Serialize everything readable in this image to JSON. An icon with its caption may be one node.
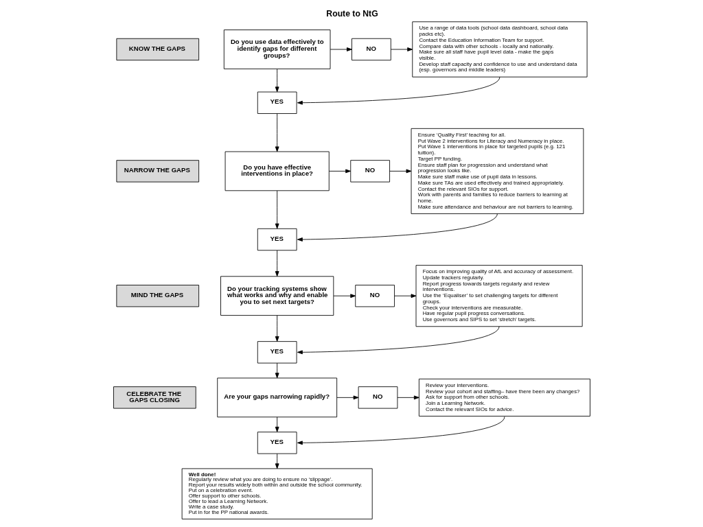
{
  "diagram": {
    "title": "Route to NtG",
    "nodes": [
      {
        "text": [
          "KNOW THE GAPS"
        ]
      },
      {
        "text": [
          "Do you use data effectively to identify gaps for different groups?"
        ]
      },
      {
        "text": [
          "NO"
        ]
      },
      {
        "text": [
          "Use a range of data tools (school data dashboard, school data packs etc).",
          "Contact the Education Information Team for support.",
          "Compare data with other schools - locally and nationally.",
          "Make sure all staff have pupil level data - make the gaps visible.",
          "Develop staff capacity and confidence to use and understand data (esp. governors and middle leaders)"
        ]
      },
      {
        "text": [
          "YES"
        ]
      },
      {
        "text": [
          "NARROW THE GAPS"
        ]
      },
      {
        "text": [
          "Do you have effective interventions in place?"
        ]
      },
      {
        "text": [
          "NO"
        ]
      },
      {
        "text": [
          "Ensure ‘Quality First’ teaching for all.",
          "Put Wave 2 interventions for Literacy and Numeracy in place.",
          "Put Wave 1 interventions in place for targeted pupils (e.g. 121 tuition).",
          "Target PP funding.",
          "Ensure staff plan for progression and understand what progression looks like.",
          "Make sure staff make use of pupil data in lessons.",
          "Make sure TAs are used effectively and trained appropriately.",
          "Contact the relevant SIOs for support.",
          "Work with parents and families to reduce barriers to learning at home.",
          "Make sure attendance and behaviour are not barriers to learning."
        ]
      },
      {
        "text": [
          "YES"
        ]
      },
      {
        "text": [
          "MIND THE GAPS"
        ]
      },
      {
        "text": [
          "Do your tracking systems show what works and why and enable you to set next targets?"
        ]
      },
      {
        "text": [
          "NO"
        ]
      },
      {
        "text": [
          "Focus on improving quality of AfL and accuracy of assessment.",
          "Update trackers regularly.",
          "Report progress towards targets regularly and review interventions.",
          "Use the ‘Equaliser’ to set challenging targets for different groups.",
          "Check your interventions are measurable.",
          "Have regular pupil progress conversations.",
          "Use governors and SIPS to set ‘stretch’ targets."
        ]
      },
      {
        "text": [
          "YES"
        ]
      },
      {
        "text": [
          "CELEBRATE THE GAPS CLOSING"
        ]
      },
      {
        "text": [
          "Are your gaps narrowing rapidly?"
        ]
      },
      {
        "text": [
          "NO"
        ]
      },
      {
        "text": [
          "Review your interventions.",
          "Review your cohort and staffing– have there been any changes?",
          "Ask for support from other schools.",
          "Join a Learning Network.",
          "Contact the relevant SIOs for advice."
        ]
      },
      {
        "text": [
          "YES"
        ]
      },
      {
        "text": [
          "Well done!",
          "Regularly review what you are doing to ensure no ‘slippage’.",
          "Report your results widely both within and outside the school community.",
          "Put on a celebration event.",
          "Offer support to other schools.",
          "Offer to lead a Learning Network.",
          "Write a case study.",
          "Put in for the PP national awards."
        ]
      }
    ],
    "edges": [
      {
        "from": 1,
        "to": 2,
        "arrow": "to"
      },
      {
        "from": 2,
        "to": 3,
        "arrow": "to"
      },
      {
        "from": 3,
        "to": 4,
        "arrow": "to"
      },
      {
        "from": 1,
        "to": 4,
        "arrow": "to"
      },
      {
        "from": 4,
        "to": 6,
        "arrow": "to"
      },
      {
        "from": 6,
        "to": 7,
        "arrow": "to"
      },
      {
        "from": 7,
        "to": 8,
        "arrow": "to"
      },
      {
        "from": 8,
        "to": 9,
        "arrow": "to"
      },
      {
        "from": 6,
        "to": 9,
        "arrow": "to"
      },
      {
        "from": 9,
        "to": 11,
        "arrow": "to"
      },
      {
        "from": 11,
        "to": 12,
        "arrow": "to"
      },
      {
        "from": 12,
        "to": 13,
        "arrow": "to"
      },
      {
        "from": 13,
        "to": 14,
        "arrow": "to"
      },
      {
        "from": 11,
        "to": 14,
        "arrow": "to"
      },
      {
        "from": 14,
        "to": 16,
        "arrow": "to"
      },
      {
        "from": 16,
        "to": 17,
        "arrow": "to"
      },
      {
        "from": 17,
        "to": 18,
        "arrow": "to"
      },
      {
        "from": 18,
        "to": 19,
        "arrow": "to"
      },
      {
        "from": 16,
        "to": 19,
        "arrow": "to"
      },
      {
        "from": 19,
        "to": 20,
        "arrow": "to"
      }
    ]
  }
}
